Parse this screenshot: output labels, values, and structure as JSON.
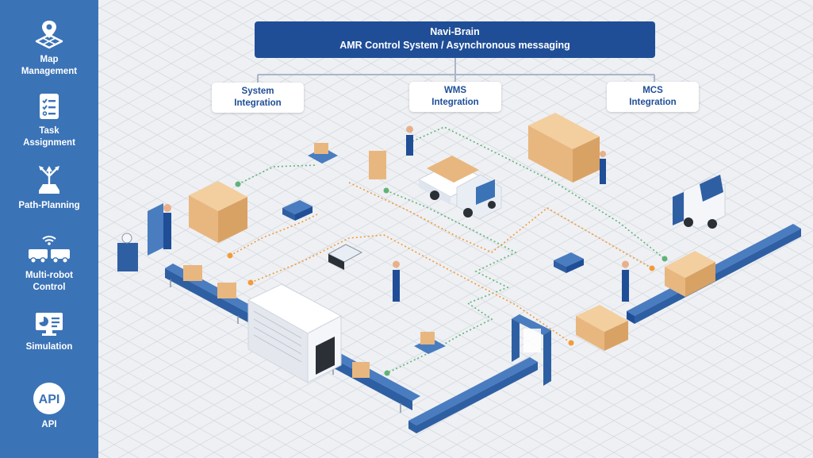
{
  "sidebar": {
    "items": [
      {
        "line1": "Map",
        "line2": "Management",
        "icon": "map-pin-icon"
      },
      {
        "line1": "Task",
        "line2": "Assignment",
        "icon": "checklist-icon"
      },
      {
        "line1": "Path-Planning",
        "line2": "",
        "icon": "path-split-icon"
      },
      {
        "line1": "Multi-robot",
        "line2": "Control",
        "icon": "robots-icon"
      },
      {
        "line1": "Simulation",
        "line2": "",
        "icon": "monitor-chart-icon"
      },
      {
        "line1": "API",
        "line2": "",
        "icon": "api-badge-icon",
        "badge": "API"
      }
    ]
  },
  "header": {
    "title": "Navi-Brain",
    "subtitle": "AMR Control System / Asynchronous messaging"
  },
  "integrations": [
    {
      "line1": "System",
      "line2": "Integration"
    },
    {
      "line1": "WMS",
      "line2": "Integration"
    },
    {
      "line1": "MCS",
      "line2": "Integration"
    }
  ],
  "colors": {
    "sidebar": "#3b73b7",
    "header": "#1f4e97",
    "conveyor": "#2f5fa3",
    "box": "#e8b77f",
    "path_green": "#5fb377",
    "path_orange": "#f29b3a",
    "grid": "#d6dae0"
  }
}
